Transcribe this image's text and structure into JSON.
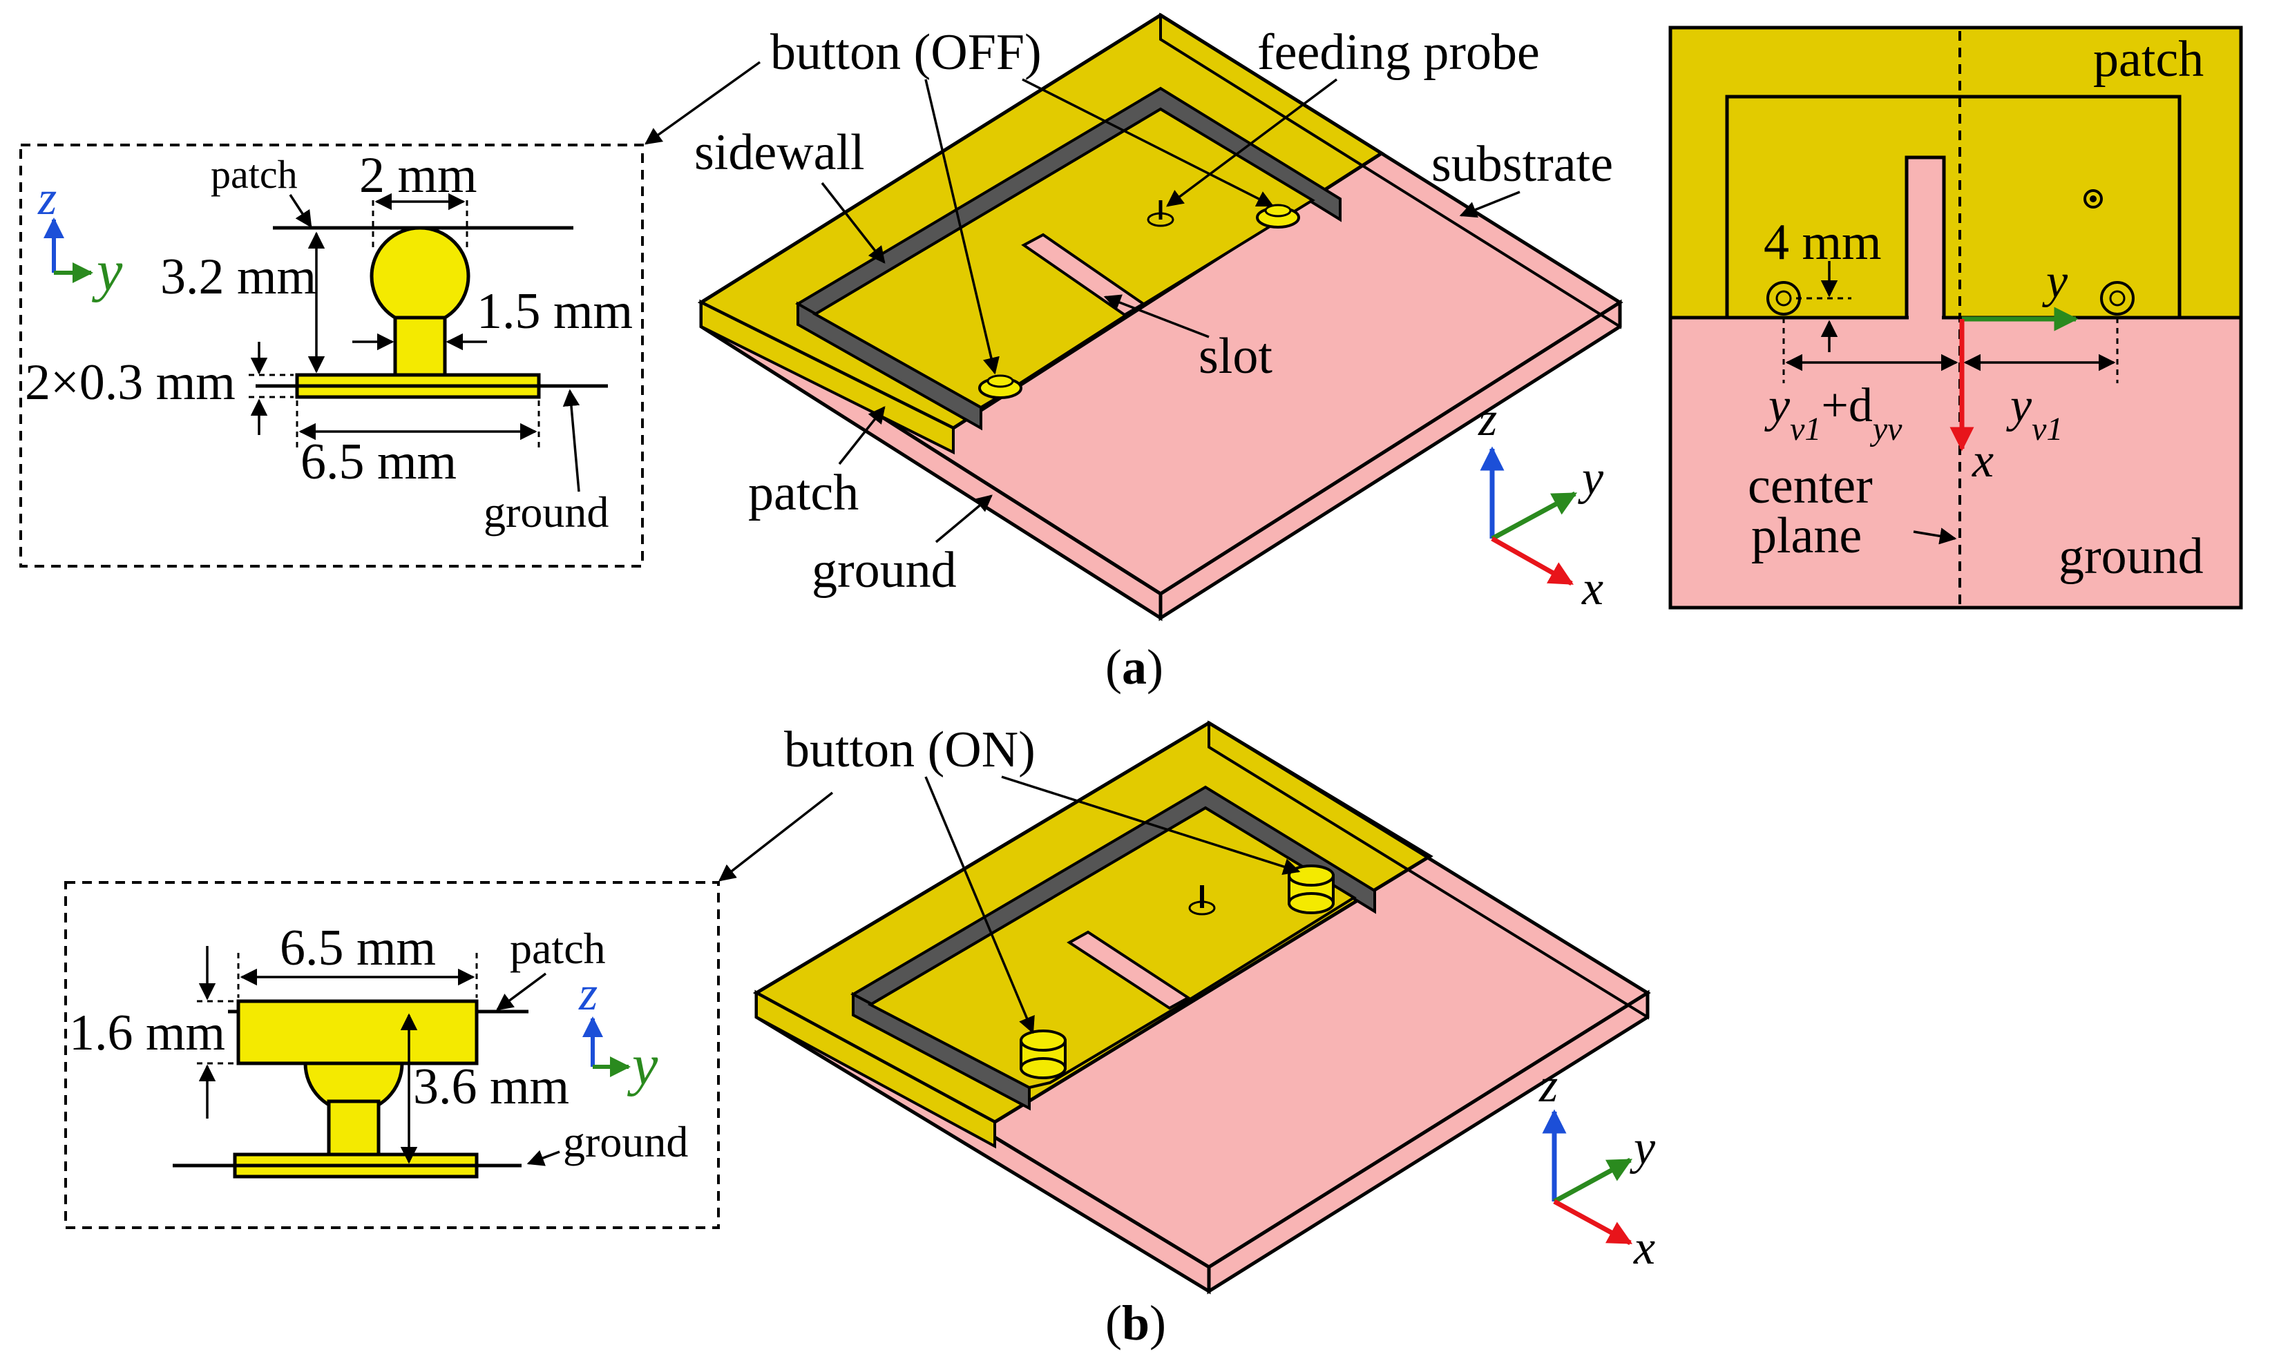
{
  "colors": {
    "patch": "#e2cb00",
    "ground": "#f8b4b4",
    "sidewall": "#555555",
    "button": "#f4ea00",
    "axis_x": "#e8141a",
    "axis_y": "#2a8a1e",
    "axis_z": "#1c4fd8"
  },
  "panel_a": {
    "caption_open": "(",
    "caption_letter": "a",
    "caption_close": ")",
    "inset": {
      "patch": "patch",
      "dim_top": "2 mm",
      "dim_height": "3.2 mm",
      "dim_neck": "1.5 mm",
      "dim_thickness": "2×0.3 mm",
      "dim_width": "6.5 mm",
      "ground": "ground",
      "axis_z": "z",
      "axis_y": "y"
    },
    "main": {
      "button": "button (OFF)",
      "feeding_probe": "feeding probe",
      "sidewall": "sidewall",
      "substrate": "substrate",
      "slot": "slot",
      "patch": "patch",
      "ground": "ground",
      "axis_z": "z",
      "axis_y": "y",
      "axis_x": "x"
    },
    "top_view": {
      "patch": "patch",
      "dim_4mm": "4 mm",
      "axis_y": "y",
      "axis_x": "x",
      "yv1_left": "y",
      "yv1_left_sub": "v1",
      "plus_d": "+d",
      "dyv_sub": "yv",
      "yv1_right": "y",
      "yv1_right_sub": "v1",
      "center_plane_1": "center",
      "center_plane_2": "plane",
      "ground": "ground"
    }
  },
  "panel_b": {
    "caption_open": "(",
    "caption_letter": "b",
    "caption_close": ")",
    "inset": {
      "dim_width": "6.5 mm",
      "patch": "patch",
      "dim_thickness": "1.6 mm",
      "dim_height": "3.6 mm",
      "ground": "ground",
      "axis_z": "z",
      "axis_y": "y"
    },
    "main": {
      "button": "button (ON)",
      "axis_z": "z",
      "axis_y": "y",
      "axis_x": "x"
    }
  }
}
